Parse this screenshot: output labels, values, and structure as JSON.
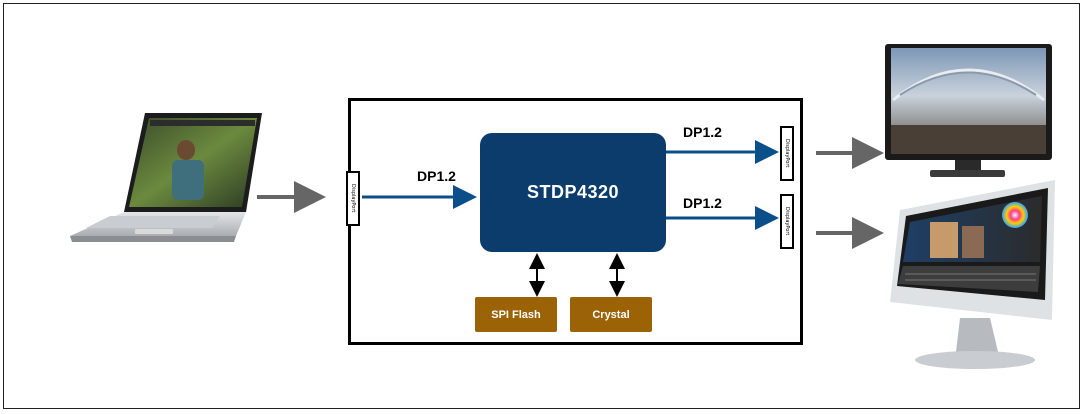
{
  "chip": {
    "label": "STDP4320"
  },
  "links": {
    "input_label": "DP1.2",
    "output1_label": "DP1.2",
    "output2_label": "DP1.2"
  },
  "peripherals": {
    "spi_flash": "SPI Flash",
    "crystal": "Crystal"
  },
  "connector_text": "DisplayPort",
  "colors": {
    "chip": "#0b3c6b",
    "peripheral": "#9b6206",
    "signal_line": "#0b4f8a",
    "flow_arrow": "#666666"
  }
}
